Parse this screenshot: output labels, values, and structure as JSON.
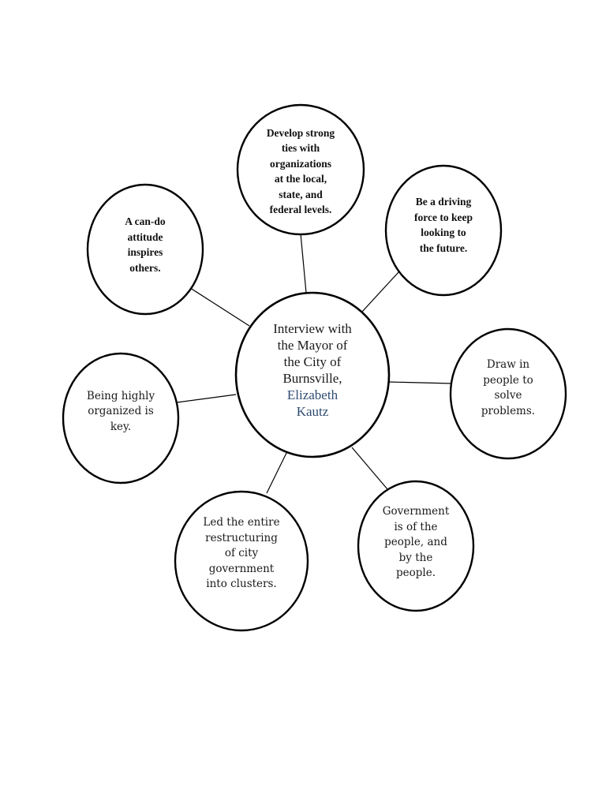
{
  "center": {
    "title": "Interview with\nthe Mayor of\nthe City of\nBurnsville,",
    "name": "Elizabeth\nKautz"
  },
  "nodes": {
    "top": "Develop strong\nties with\norganizations\nat the local,\nstate, and\nfederal levels.",
    "top_right": "Be a driving\nforce to keep\nlooking to\nthe future.",
    "top_left": "A can-do\nattitude\ninspires\nothers.",
    "right": "Draw in\npeople to\nsolve\nproblems.",
    "left": "Being highly\norganized is\nkey.",
    "bottom_left": "Led the entire\nrestructuring\nof city\ngovernment\ninto clusters.",
    "bottom_right": "Government\nis of the\npeople, and\nby the\npeople."
  },
  "colors": {
    "stroke": "#000000",
    "name_accent": "#2e4b72"
  }
}
